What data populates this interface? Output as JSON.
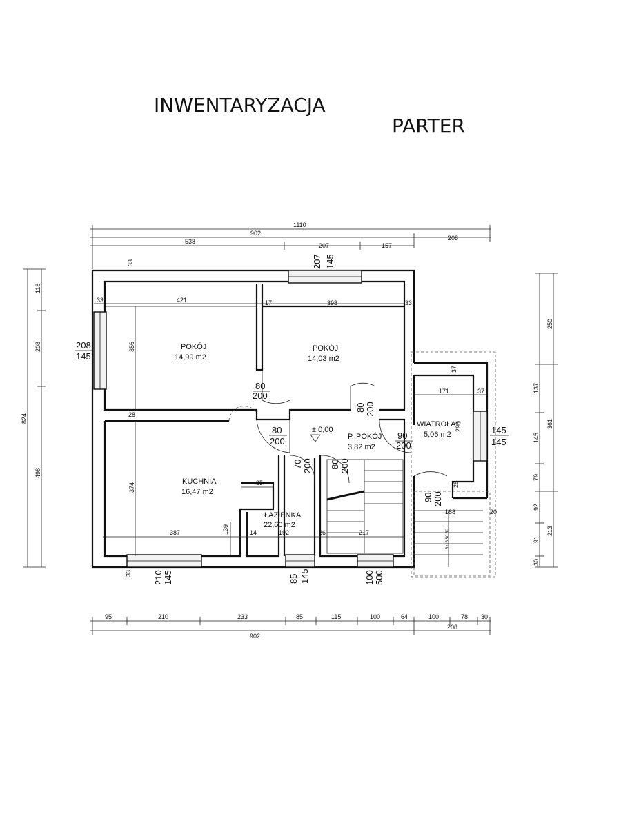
{
  "title": "INWENTARYZACJA",
  "floor": "PARTER",
  "rooms": [
    {
      "name": "POKÓJ",
      "area": "14,99 m2"
    },
    {
      "name": "POKÓJ",
      "area": "14,03 m2"
    },
    {
      "name": "KUCHNIA",
      "area": "16,47 m2"
    },
    {
      "name": "ŁAZIENKA",
      "area": "22,60 m2"
    },
    {
      "name": "P. POKÓJ",
      "area": "3,82 m2"
    },
    {
      "name": "WIATROŁAP",
      "area": "5,06 m2"
    }
  ],
  "level_mark": "± 0,00",
  "stair_note": "8x16,50 30",
  "openings": {
    "win_top": [
      "207",
      "145"
    ],
    "win_left": [
      "208",
      "145"
    ],
    "win_right": [
      "145",
      "145"
    ],
    "win_bottom_kitchen": [
      "210",
      "145"
    ],
    "win_bottom_bath": [
      "85",
      "145"
    ],
    "win_bottom_stair": [
      "100",
      "500"
    ],
    "door_pokoj1": [
      "80",
      "200"
    ],
    "door_pokoj2": [
      "80",
      "200"
    ],
    "door_kitchen": [
      "80",
      "200"
    ],
    "door_bath": [
      "70",
      "200"
    ],
    "door_ppokoj": [
      "80",
      "200"
    ],
    "door_vestibule": [
      "90",
      "200"
    ],
    "door_entry": [
      "90",
      "200"
    ]
  },
  "dims": {
    "top_overall": "1110",
    "top_main": "902",
    "top_ext": "208",
    "top_seg_1": "538",
    "top_seg_2": "207",
    "top_seg_3": "157",
    "top_corner": "33",
    "inner_a": "33",
    "inner_b": "421",
    "inner_c": "17",
    "inner_d": "398",
    "inner_e": "33",
    "vest_a": "37",
    "vest_b": "171",
    "vest_c": "37",
    "room_h1": "356",
    "room_h2": "374",
    "wall_28a": "28",
    "wall_28b": "28",
    "kitchen_85": "85",
    "kitchen_139": "139",
    "low_a": "387",
    "low_b": "14",
    "low_c": "192",
    "low_d": "26",
    "low_e": "217",
    "vest_296": "296",
    "vest_188": "188",
    "vest_20": "20",
    "bottom_corner": "33",
    "left_overall": "824",
    "left_1": "118",
    "left_2": "208",
    "left_3": "498",
    "right_1": "250",
    "right_2": "137",
    "right_3": "145",
    "right_4": "79",
    "right_5": "92",
    "right_6": "91",
    "right_7": "30",
    "right_tot_a": "361",
    "right_tot_b": "213",
    "bot_1": "95",
    "bot_2": "210",
    "bot_3": "233",
    "bot_4": "85",
    "bot_5": "115",
    "bot_6": "100",
    "bot_7": "64",
    "bot_8": "100",
    "bot_9": "78",
    "bot_10": "30",
    "bot_main": "902",
    "bot_ext": "208"
  }
}
